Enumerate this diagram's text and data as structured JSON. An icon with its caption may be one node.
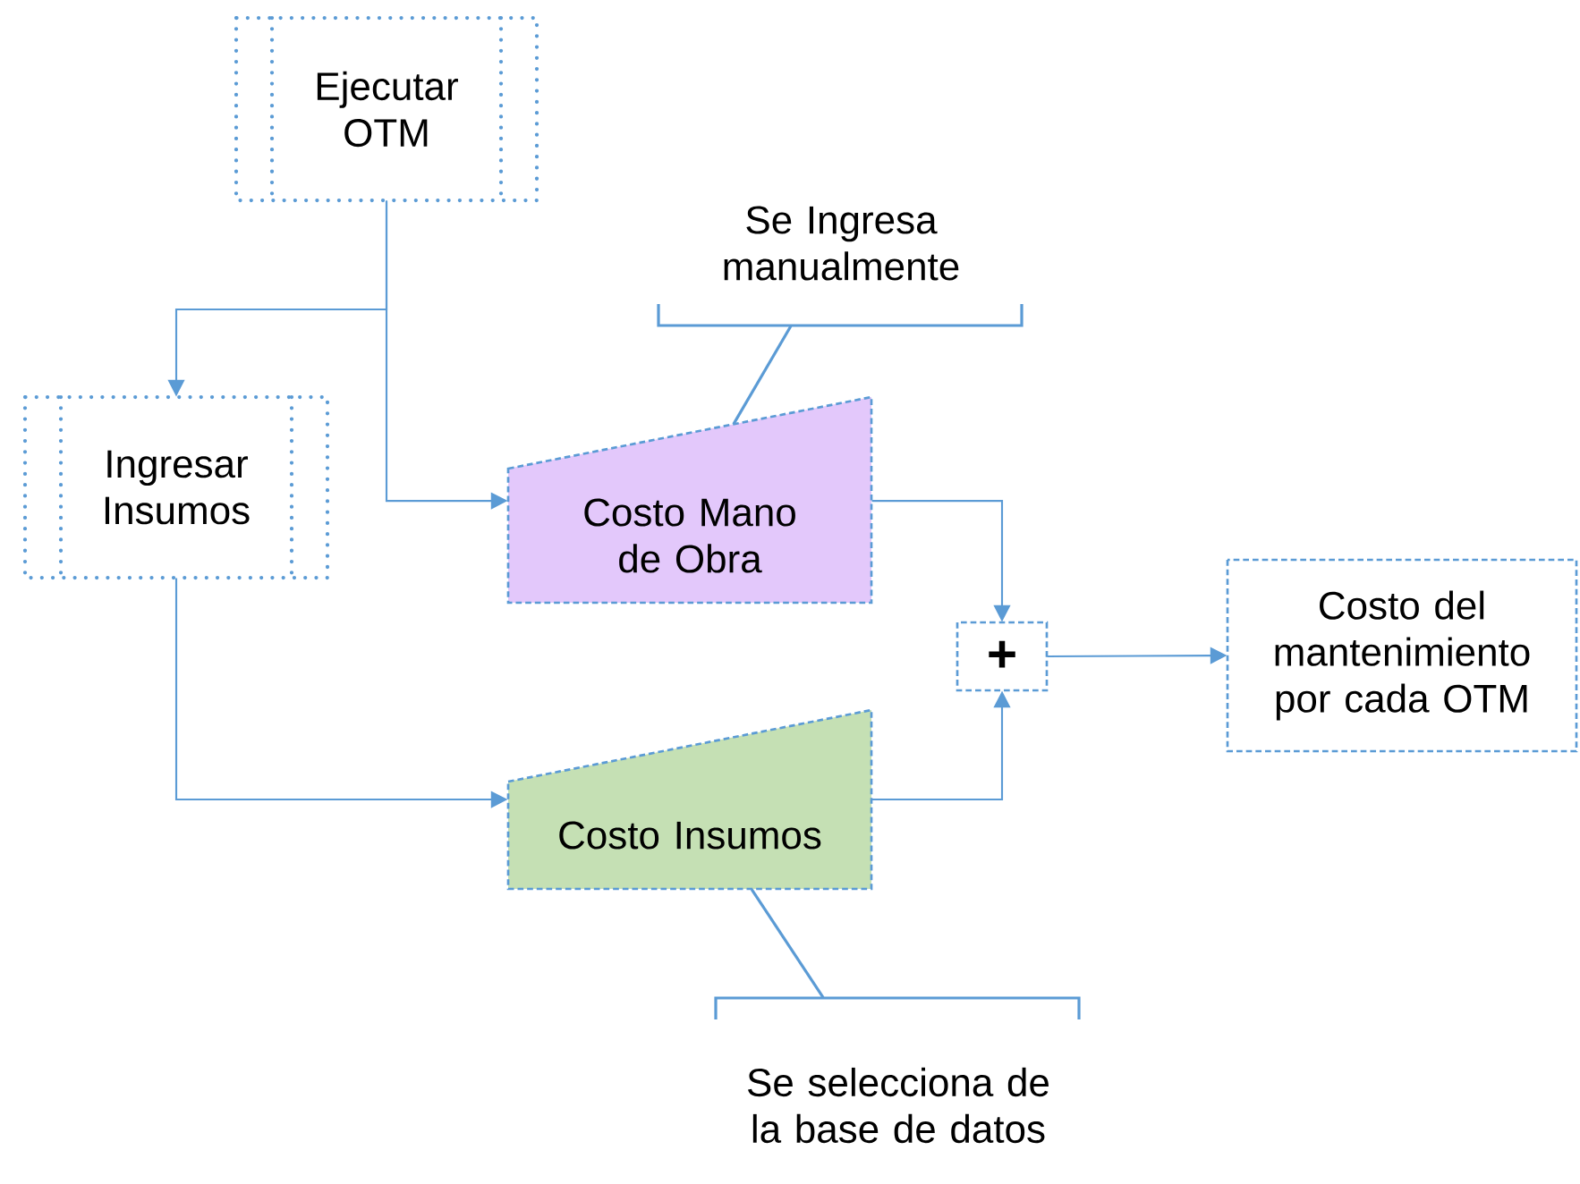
{
  "diagram": {
    "nodes": [
      {
        "text": [
          "Ejecutar OTM"
        ]
      },
      {
        "text": [
          "Ingresar Insumos"
        ]
      },
      {
        "text": [
          "Costo Mano de Obra"
        ]
      },
      {
        "text": [
          "Costo Insumos"
        ]
      },
      {
        "text": [
          "+"
        ]
      },
      {
        "text": [
          "Costo del mantenimiento por cada OTM"
        ]
      },
      {
        "text": [
          "Se Ingresa manualmente"
        ]
      },
      {
        "text": [
          "Se selecciona de la base de datos"
        ]
      }
    ],
    "edges": [
      {
        "from": 0,
        "to": 1,
        "arrow": "to"
      },
      {
        "from": 0,
        "to": 2,
        "arrow": "to"
      },
      {
        "from": 1,
        "to": 3,
        "arrow": "to"
      },
      {
        "from": 2,
        "to": 4,
        "arrow": "to"
      },
      {
        "from": 3,
        "to": 4,
        "arrow": "to"
      },
      {
        "from": 4,
        "to": 5,
        "arrow": "to"
      },
      {
        "from": 6,
        "to": 2,
        "arrow": "none"
      },
      {
        "from": 7,
        "to": 3,
        "arrow": "none"
      }
    ]
  }
}
